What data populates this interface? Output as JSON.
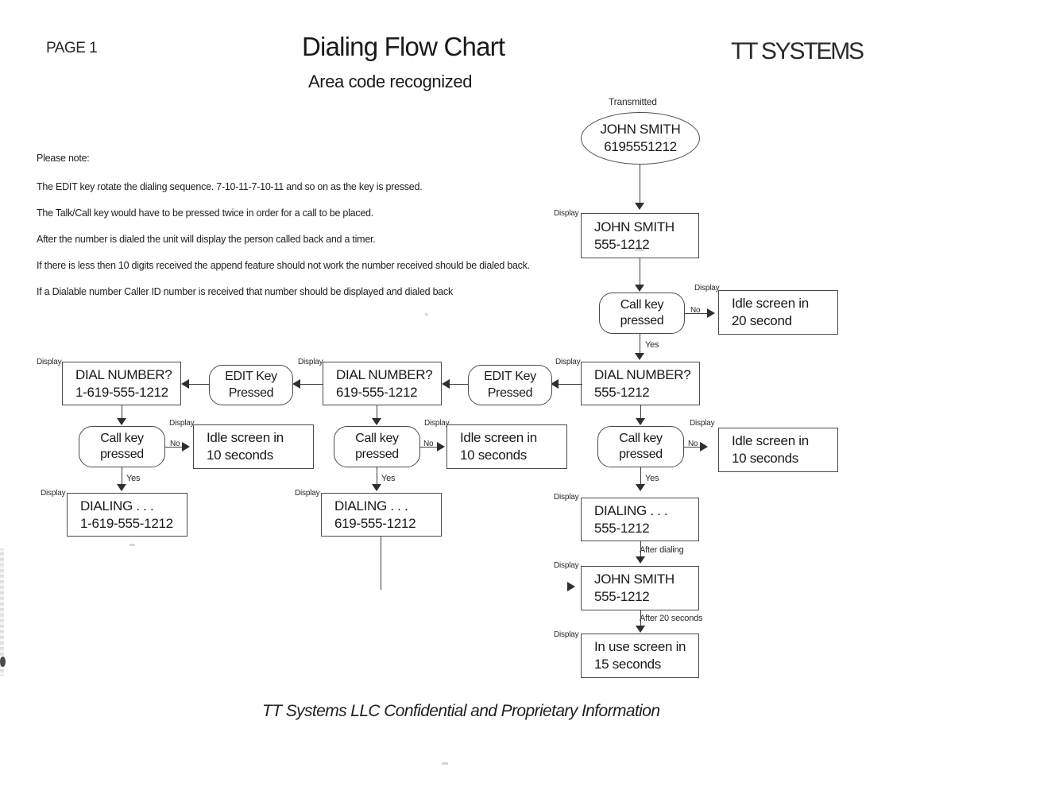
{
  "header": {
    "page_label": "PAGE 1",
    "title": "Dialing Flow Chart",
    "subtitle": "Area code recognized",
    "brand": "TT SYSTEMS"
  },
  "notes": [
    "Please note:",
    "The EDIT key rotate the dialing sequence.  7-10-11-7-10-11 and so on as the key is pressed.",
    "The Talk/Call key would have to be pressed twice in order for a call to be placed.",
    "After the number is dialed the unit will display the person called back and a timer.",
    "If there is less then 10 digits received the append feature should not work the number received should be dialed back.",
    "If a Dialable number Caller ID number is received that number should be displayed and dialed back"
  ],
  "footer": "TT Systems LLC Confidential and Proprietary Information",
  "labels": {
    "transmitted": "Transmitted",
    "display": "Display",
    "yes": "Yes",
    "no": "No",
    "after_dialing": "After dialing",
    "after_20_seconds": "After 20 seconds"
  },
  "nodes": {
    "transmitted_source": {
      "line1": "JOHN SMITH",
      "line2": "6195551212"
    },
    "display_incoming": {
      "line1": "JOHN SMITH",
      "line2": "555-1212"
    },
    "callkey_1": {
      "line1": "Call key",
      "line2": "pressed"
    },
    "idle_20s": {
      "line1": "Idle screen in",
      "line2": "20 second"
    },
    "dial_number_3": {
      "line1": "DIAL NUMBER?",
      "line2": "555-1212"
    },
    "editkey_right": {
      "line1": "EDIT Key",
      "line2": "Pressed"
    },
    "dial_number_2": {
      "line1": "DIAL NUMBER?",
      "line2": "619-555-1212"
    },
    "editkey_left": {
      "line1": "EDIT Key",
      "line2": "Pressed"
    },
    "dial_number_1": {
      "line1": "DIAL NUMBER?",
      "line2": "1-619-555-1212"
    },
    "callkey_left": {
      "line1": "Call key",
      "line2": "pressed"
    },
    "idle_10s_left": {
      "line1": "Idle screen in",
      "line2": "10 seconds"
    },
    "callkey_mid": {
      "line1": "Call key",
      "line2": "pressed"
    },
    "idle_10s_mid": {
      "line1": "Idle screen in",
      "line2": "10 seconds"
    },
    "callkey_right": {
      "line1": "Call key",
      "line2": "pressed"
    },
    "idle_10s_right": {
      "line1": "Idle screen in",
      "line2": "10 seconds"
    },
    "dialing_left": {
      "line1": "DIALING . . .",
      "line2": "1-619-555-1212"
    },
    "dialing_mid": {
      "line1": "DIALING . . .",
      "line2": "619-555-1212"
    },
    "dialing_right": {
      "line1": "DIALING . . .",
      "line2": "555-1212"
    },
    "connected": {
      "line1": "JOHN SMITH",
      "line2": "555-1212"
    },
    "in_use": {
      "line1": "In use screen in",
      "line2": "15 seconds"
    }
  },
  "colors": {
    "ink": "#1a1a1a",
    "stroke": "#4a4a4a",
    "page": "#ffffff"
  }
}
